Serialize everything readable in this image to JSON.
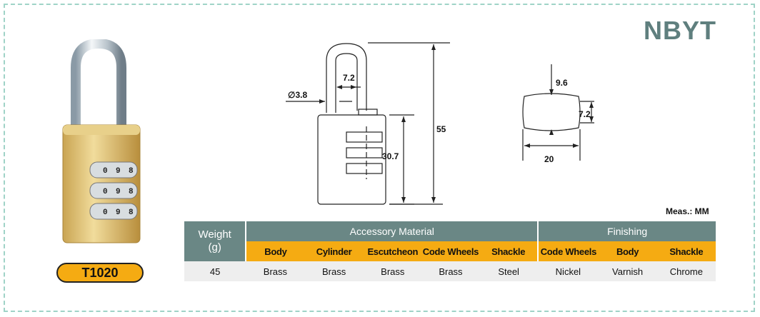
{
  "brand": "NBYT",
  "model": "T1020",
  "units_label": "Meas.: MM",
  "drawing": {
    "shackle_diameter": "∅3.8",
    "shackle_inner_width": "7.2",
    "overall_height": "55",
    "body_height": "30.7",
    "wheel_diameter": "9.6",
    "wheel_width": "7.2",
    "wheel_length": "20"
  },
  "lock_wheel_digits": [
    "0",
    "9",
    "8"
  ],
  "table": {
    "weight_header_line1": "Weight",
    "weight_header_line2": "(g)",
    "group_accessory": "Accessory Material",
    "group_finishing": "Finishing",
    "sub_headers": [
      "Body",
      "Cylinder",
      "Escutcheon",
      "Code Wheels",
      "Shackle",
      "Code Wheels",
      "Body",
      "Shackle"
    ],
    "weight_value": "45",
    "values": [
      "Brass",
      "Brass",
      "Brass",
      "Brass",
      "Steel",
      "Nickel",
      "Varnish",
      "Chrome"
    ]
  },
  "colors": {
    "header": "#6a8785",
    "accent": "#f5ab12",
    "brand": "#5f7f7e",
    "frame": "#9fd3c7"
  }
}
